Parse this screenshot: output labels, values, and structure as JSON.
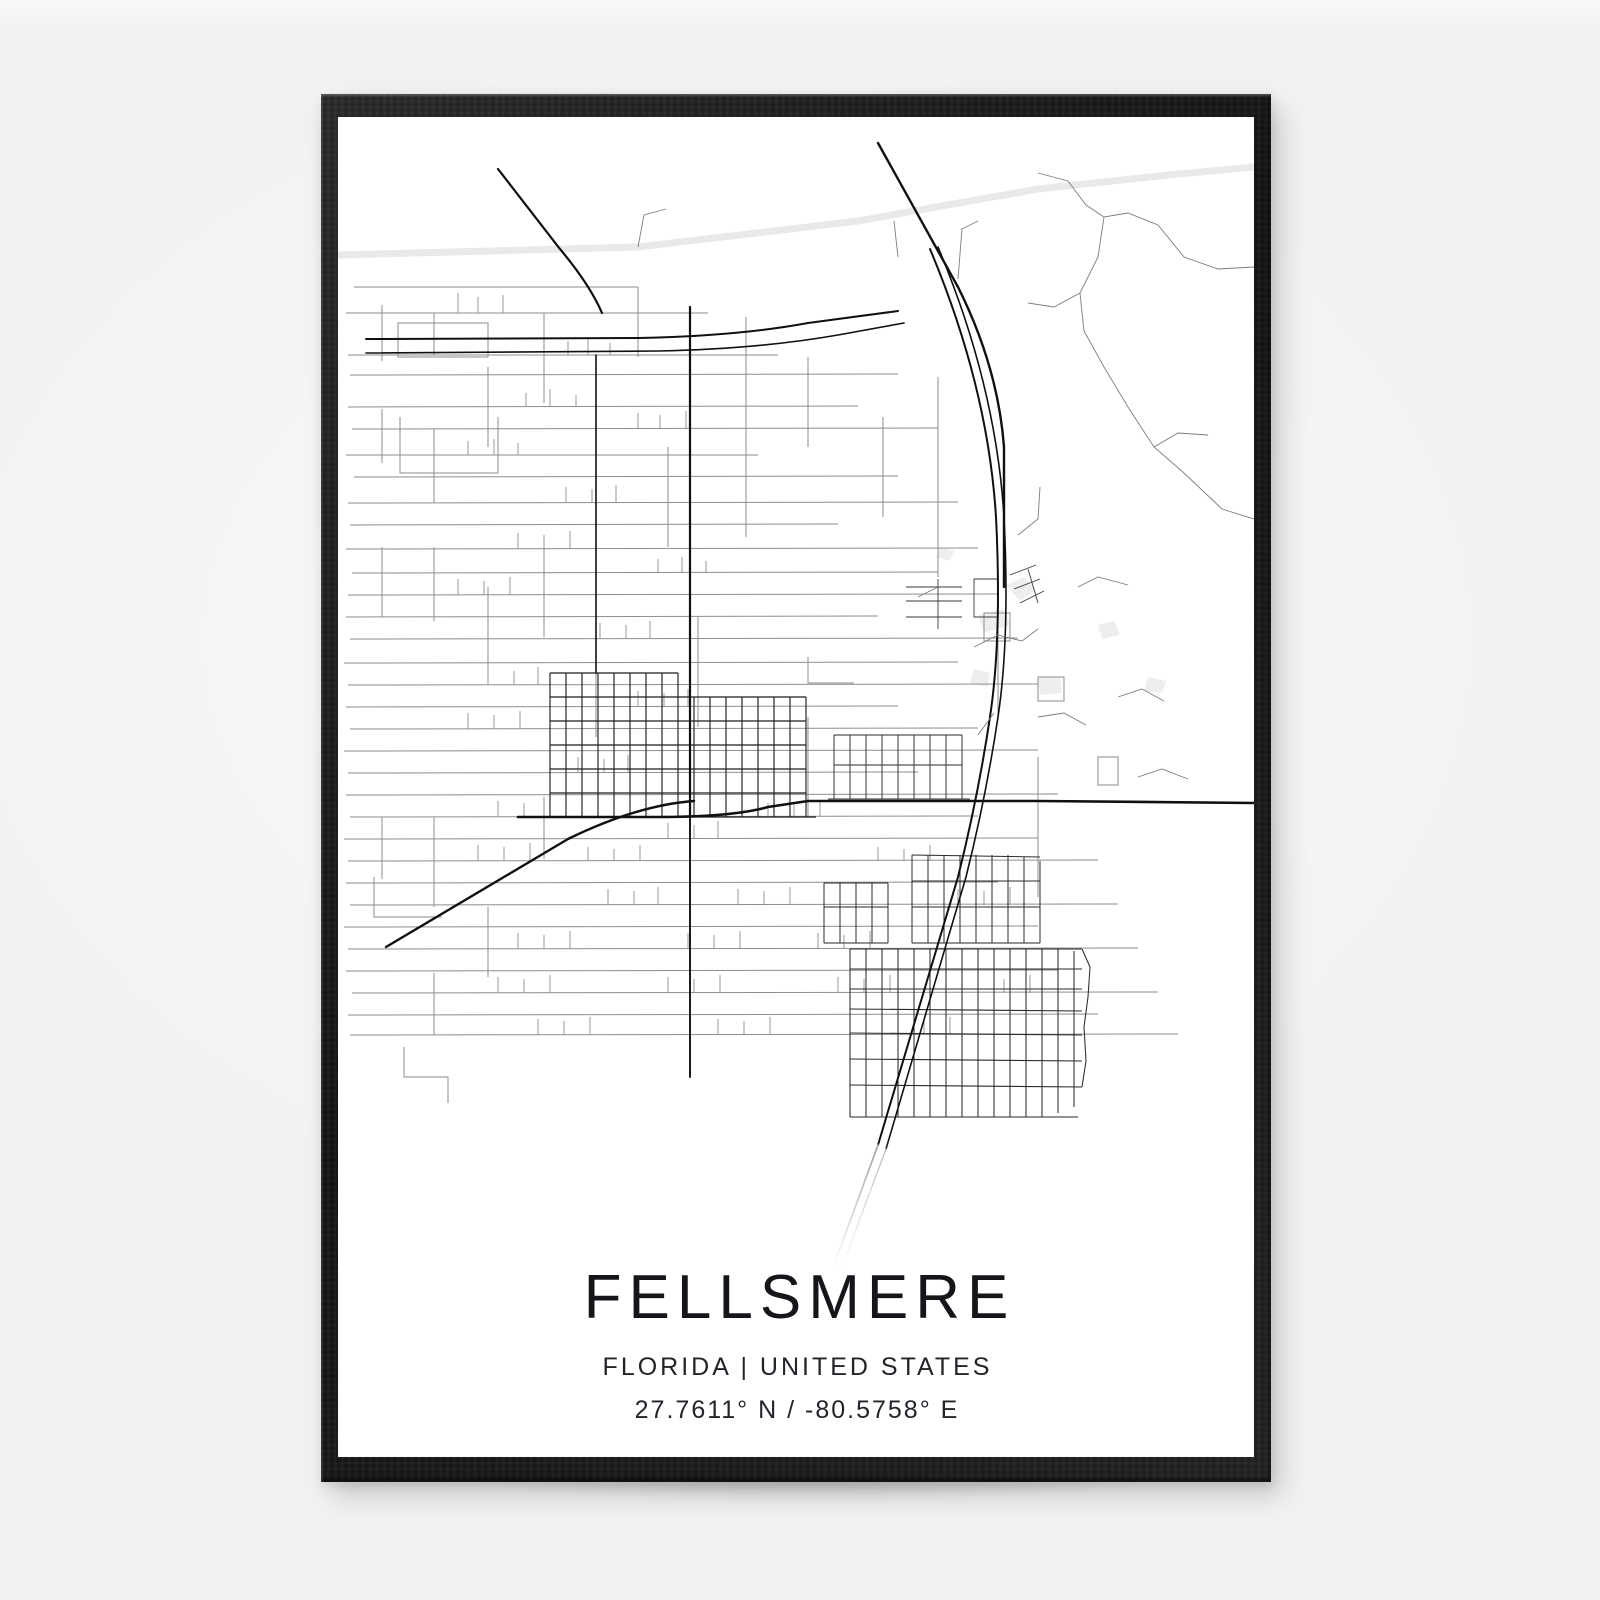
{
  "poster": {
    "city": "FELLSMERE",
    "region": "FLORIDA | UNITED STATES",
    "coordinates": "27.7611° N / -80.5758° E",
    "frame_color": "#1b1b1b",
    "paper_color": "#ffffff",
    "wall_color": "#f2f2f2",
    "ink_color": "#141414",
    "minor_road_color": "#8a8a8a"
  },
  "map_data": {
    "type": "street-map",
    "style": "minimal-black-on-white",
    "center": {
      "lat": 27.7611,
      "lon": -80.5758
    },
    "features": {
      "major_highways": [
        "north-south expressway (I-95 corridor)",
        "east-west arterial (County Road 512)",
        "diagonal arterial to southwest"
      ],
      "grid_districts": [
        "downtown Fellsmere street grid",
        "eastern platted block grid",
        "northeast platted block grid"
      ],
      "rural_roads": "dense orthogonal agricultural grove roads to the west",
      "water": "canal band crossing the north of the frame"
    }
  }
}
